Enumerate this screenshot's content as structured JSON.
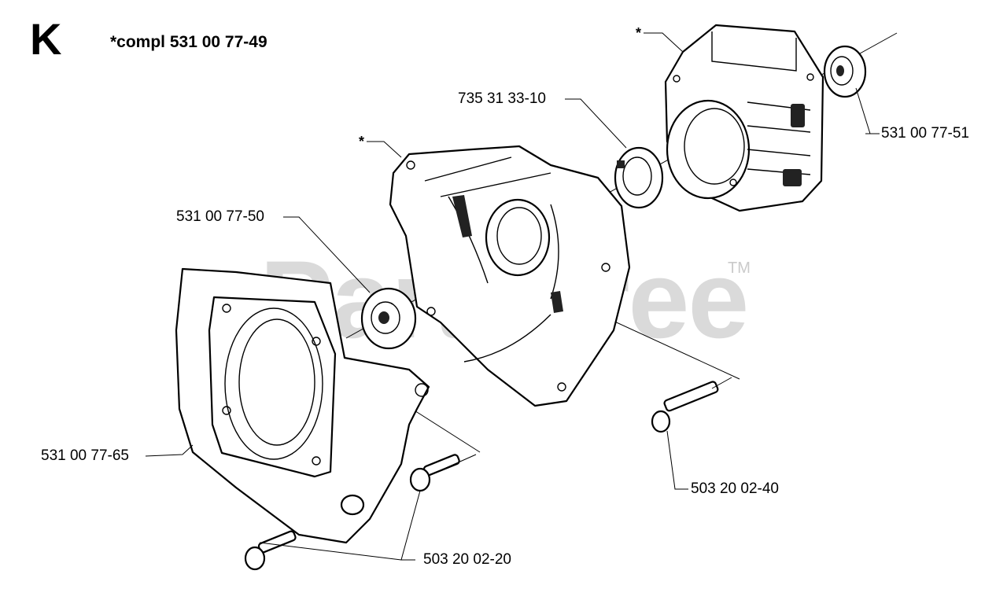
{
  "section_letter": "K",
  "assembly_label": "*compl 531 00 77-49",
  "watermark": "PartsTree",
  "trademark": "TM",
  "star_marker": "*",
  "callouts": {
    "seal_right": "531 00 77-51",
    "circlip": "735 31 33-10",
    "seal_left": "531 00 77-50",
    "cover": "531 00 77-65",
    "screw_right": "503 20 02-40",
    "screw_bottom": "503 20 02-20"
  }
}
